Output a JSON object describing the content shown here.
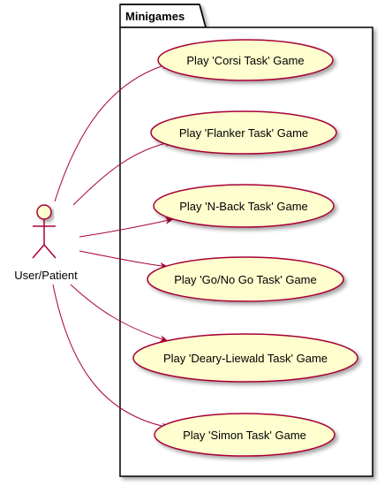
{
  "package": {
    "title": "Minigames"
  },
  "actor": {
    "name": "User/Patient"
  },
  "use_cases": [
    {
      "label": "Play 'Corsi Task' Game"
    },
    {
      "label": "Play 'Flanker Task' Game"
    },
    {
      "label": "Play 'N-Back Task' Game"
    },
    {
      "label": "Play 'Go/No Go Task' Game"
    },
    {
      "label": "Play 'Deary-Liewald Task' Game"
    },
    {
      "label": "Play 'Simon Task' Game"
    }
  ],
  "colors": {
    "ellipse_fill": "#FEFECE",
    "ellipse_stroke": "#A80036",
    "arrow": "#A80036",
    "package_stroke": "#000000"
  }
}
